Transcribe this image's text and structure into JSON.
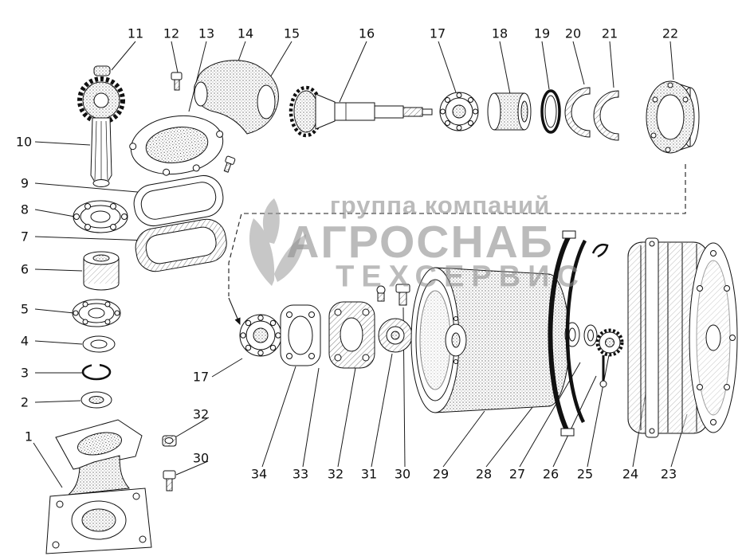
{
  "diagram": {
    "type": "exploded-parts-drawing",
    "background": "#ffffff",
    "line_color": "#1a1a1a"
  },
  "watermark": {
    "line1": "группа компаний",
    "line2": "АГРОСНАБ",
    "line3": "ТЕХСЕРВИС",
    "color": "#8f8f8f",
    "logo": "wheat-leaf-logo"
  },
  "callouts": [
    {
      "label": "11"
    },
    {
      "label": "12"
    },
    {
      "label": "13"
    },
    {
      "label": "14"
    },
    {
      "label": "15"
    },
    {
      "label": "16"
    },
    {
      "label": "17"
    },
    {
      "label": "18"
    },
    {
      "label": "19"
    },
    {
      "label": "20"
    },
    {
      "label": "21"
    },
    {
      "label": "22"
    },
    {
      "label": "10"
    },
    {
      "label": "9"
    },
    {
      "label": "8"
    },
    {
      "label": "7"
    },
    {
      "label": "6"
    },
    {
      "label": "5"
    },
    {
      "label": "4"
    },
    {
      "label": "3"
    },
    {
      "label": "2"
    },
    {
      "label": "1"
    },
    {
      "label": "17"
    },
    {
      "label": "32"
    },
    {
      "label": "30"
    },
    {
      "label": "34"
    },
    {
      "label": "33"
    },
    {
      "label": "32"
    },
    {
      "label": "31"
    },
    {
      "label": "30"
    },
    {
      "label": "29"
    },
    {
      "label": "28"
    },
    {
      "label": "27"
    },
    {
      "label": "26"
    },
    {
      "label": "25"
    },
    {
      "label": "24"
    },
    {
      "label": "23"
    }
  ]
}
